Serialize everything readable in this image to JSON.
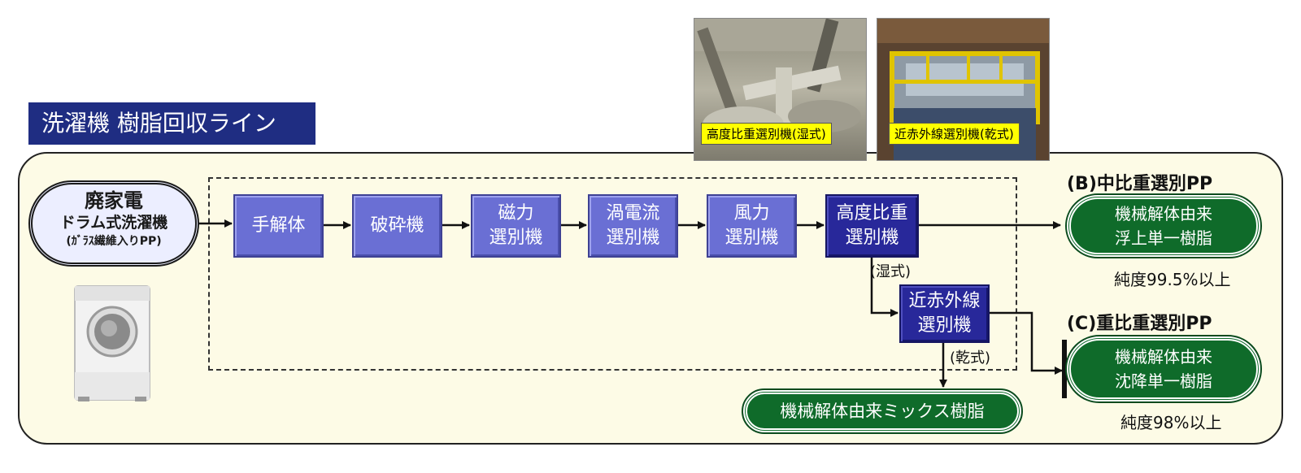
{
  "title": "洗濯機 樹脂回収ライン",
  "source": {
    "line1": "廃家電",
    "line2": "ドラム式洗濯機",
    "line3": "(ｶﾞﾗｽ繊維入りPP)"
  },
  "photos": {
    "wet_caption": "高度比重選別機(湿式)",
    "dry_caption": "近赤外線選別機(乾式)"
  },
  "process": [
    {
      "line1": "手解体",
      "line2": ""
    },
    {
      "line1": "破砕機",
      "line2": ""
    },
    {
      "line1": "磁力",
      "line2": "選別機"
    },
    {
      "line1": "渦電流",
      "line2": "選別機"
    },
    {
      "line1": "風力",
      "line2": "選別機"
    },
    {
      "line1": "高度比重",
      "line2": "選別機"
    },
    {
      "line1": "近赤外線",
      "line2": "選別機"
    }
  ],
  "labels": {
    "wet": "(湿式)",
    "dry": "(乾式)"
  },
  "results": {
    "b_heading": "(B)中比重選別PP",
    "b_line1": "機械解体由来",
    "b_line2": "浮上単一樹脂",
    "b_purity": "純度99.5%以上",
    "c_heading": "(C)重比重選別PP",
    "c_line1": "機械解体由来",
    "c_line2": "沈降単一樹脂",
    "c_purity": "純度98%以上",
    "mix": "機械解体由来ミックス樹脂"
  }
}
